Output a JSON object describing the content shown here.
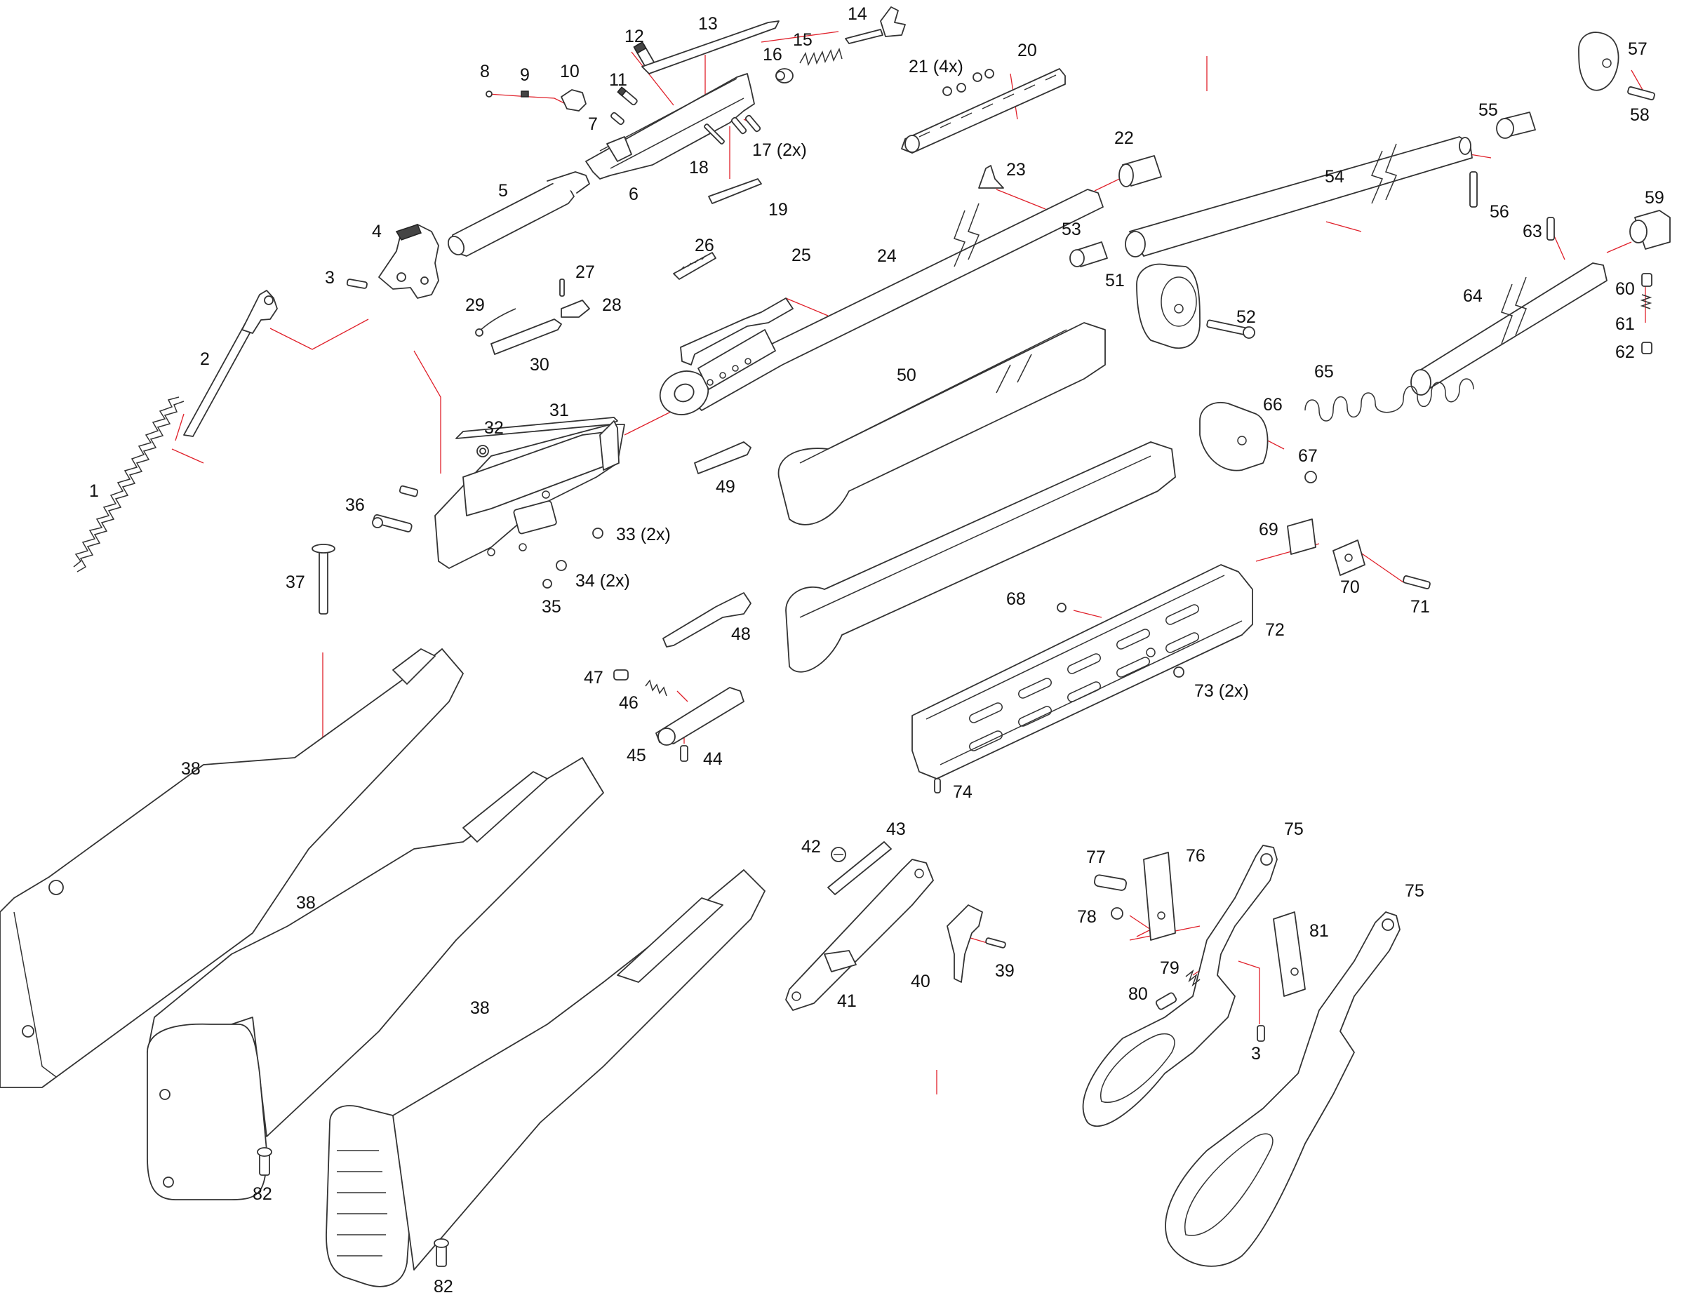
{
  "labels": {
    "p1": "1",
    "p2": "2",
    "p3": "3",
    "p3b": "3",
    "p4": "4",
    "p5": "5",
    "p6": "6",
    "p7": "7",
    "p8": "8",
    "p9": "9",
    "p10": "10",
    "p11": "11",
    "p12": "12",
    "p13": "13",
    "p14": "14",
    "p15": "15",
    "p16": "16",
    "p17": "17 (2x)",
    "p18": "18",
    "p19": "19",
    "p20": "20",
    "p21": "21 (4x)",
    "p22": "22",
    "p23": "23",
    "p24": "24",
    "p25": "25",
    "p26": "26",
    "p27": "27",
    "p28": "28",
    "p29": "29",
    "p30": "30",
    "p31": "31",
    "p32": "32",
    "p33": "33 (2x)",
    "p34": "34 (2x)",
    "p35": "35",
    "p36": "36",
    "p37": "37",
    "p38a": "38",
    "p38b": "38",
    "p38c": "38",
    "p39": "39",
    "p40": "40",
    "p41": "41",
    "p42": "42",
    "p43": "43",
    "p44": "44",
    "p45": "45",
    "p46": "46",
    "p47": "47",
    "p48": "48",
    "p49": "49",
    "p50": "50",
    "p51": "51",
    "p52": "52",
    "p53": "53",
    "p54": "54",
    "p55": "55",
    "p56": "56",
    "p57": "57",
    "p58": "58",
    "p59": "59",
    "p60": "60",
    "p61": "61",
    "p62": "62",
    "p63": "63",
    "p64": "64",
    "p65": "65",
    "p66": "66",
    "p67": "67",
    "p68": "68",
    "p69": "69",
    "p70": "70",
    "p71": "71",
    "p72": "72",
    "p73": "73 (2x)",
    "p74": "74",
    "p75a": "75",
    "p75b": "75",
    "p76": "76",
    "p77": "77",
    "p78": "78",
    "p79": "79",
    "p80": "80",
    "p81": "81",
    "p82a": "82",
    "p82b": "82"
  },
  "colors": {
    "outline": "#333333",
    "leader": "#e0202a",
    "background": "#ffffff"
  }
}
